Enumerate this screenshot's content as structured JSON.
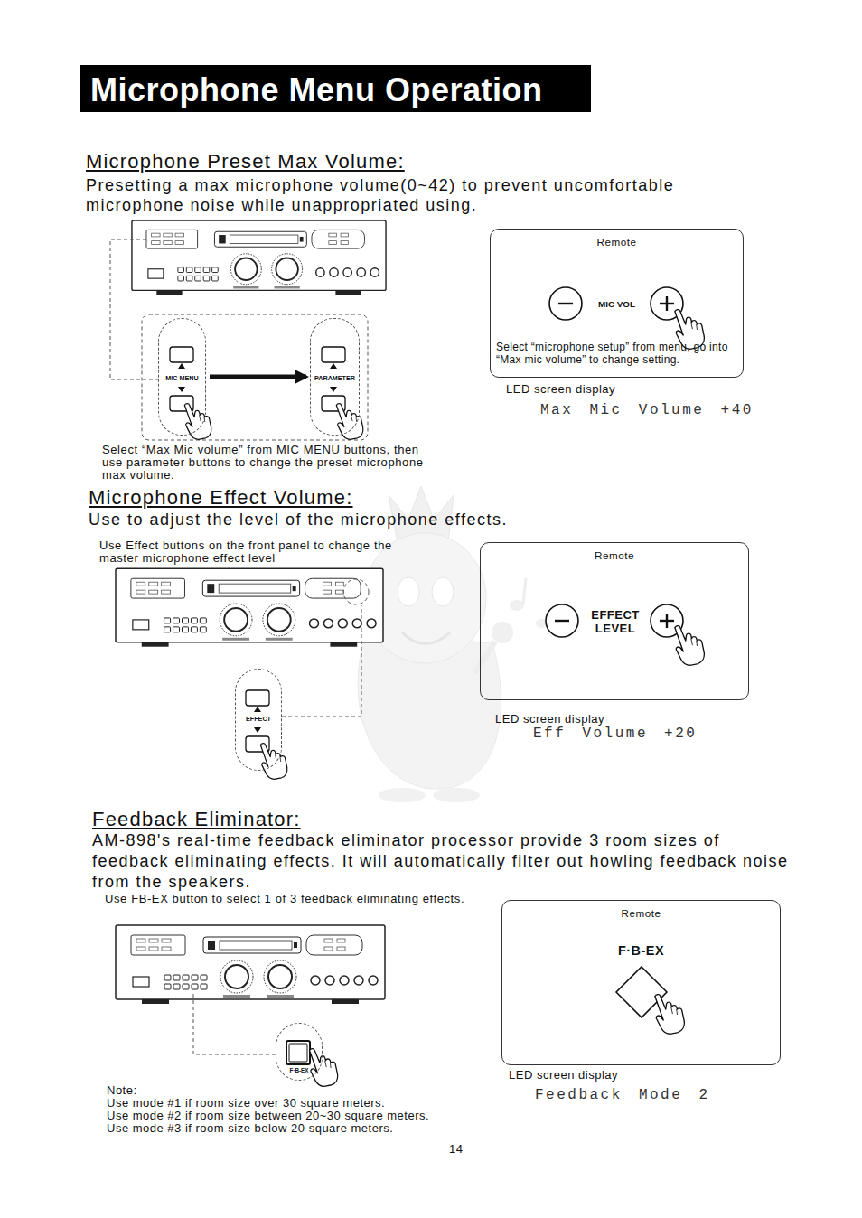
{
  "diagram": {
    "title": "Microphone Menu Operation",
    "nodes": [
      {
        "text": [
          "MIC MENU"
        ]
      },
      {
        "text": [
          "PARAMETER"
        ]
      },
      {
        "text": [
          "Remote",
          "MIC VOL",
          "Select “microphone setup” from menu, go into “Max mic volume” to change setting."
        ]
      },
      {
        "text": [
          "EFFECT"
        ]
      },
      {
        "text": [
          "Remote",
          "EFFECT LEVEL"
        ]
      },
      {
        "text": [
          "F·B-EX"
        ]
      },
      {
        "text": [
          "Remote",
          "F·B-EX"
        ]
      }
    ],
    "edges": [
      {
        "from": 0,
        "to": 1,
        "arrow": "to"
      }
    ],
    "labels": [
      "Microphone Preset Max Volume:",
      "Presetting a max microphone volume(0~42) to prevent uncomfortable microphone noise while unappropriated using.",
      "Select “Max Mic volume” from MIC MENU buttons, then use parameter buttons to change the preset microphone max volume.",
      "LED screen display",
      "Max Mic Volume +40",
      "Microphone Effect Volume:",
      "Use to adjust the level of the microphone effects.",
      "Use Effect buttons on the front panel to change the master microphone effect level",
      "LED screen display",
      "Eff Volume +20",
      "Feedback Eliminator:",
      "AM-898's real-time feedback eliminator processor provide 3 room sizes of feedback eliminating effects. It will automatically filter out howling feedback noise from the speakers.",
      "Use FB-EX button to select 1 of 3 feedback eliminating effects.",
      "LED screen display",
      "Feedback Mode 2",
      "Note:",
      "Use mode #1 if room size over 30 square meters.",
      "Use mode #2 if room size between 20~30 square meters.",
      "Use mode #3 if room size below 20 square meters.",
      "14"
    ]
  }
}
